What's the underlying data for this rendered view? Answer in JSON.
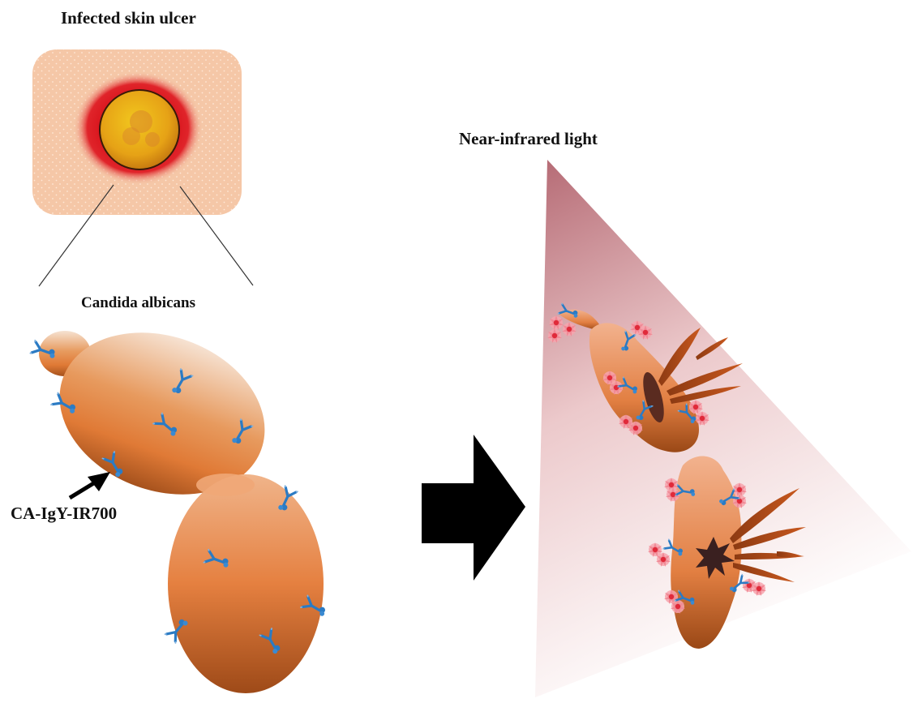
{
  "labels": {
    "ulcer_title": "Infected skin ulcer",
    "organism": "Candida albicans",
    "conjugate": "CA-IgY-IR700",
    "light": "Near-infrared light"
  },
  "colors": {
    "skin": "#f5c7a7",
    "ulcer_red": "#d8141c",
    "ulcer_core": "#eaa818",
    "cell_orange": "#e88a48",
    "cell_dark": "#a6521d",
    "antibody_blue": "#2b7bc4",
    "dye_red": "#e02a3a",
    "light_top": "#b56a74",
    "arrow": "#000000"
  }
}
